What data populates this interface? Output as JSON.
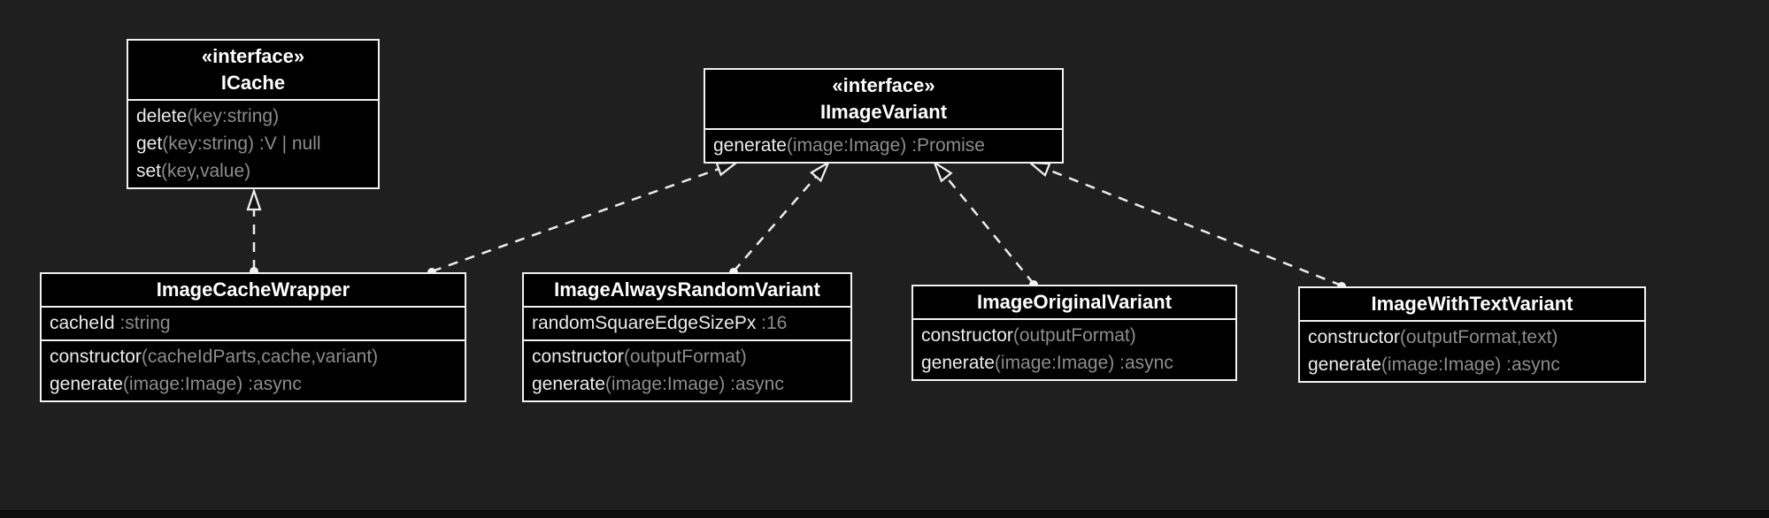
{
  "colors": {
    "background": "#1f1f1f",
    "class_fill": "#000000",
    "border": "#f2f2f2",
    "title_text": "#ffffff",
    "member_name_text": "#ededed",
    "member_type_text": "#8d8d8d",
    "edge": "#ececec"
  },
  "classes": [
    {
      "stereotype": "«interface»",
      "name": "ICache",
      "methods": [
        {
          "n": "delete",
          "r": "(key:string)"
        },
        {
          "n": "get",
          "r": "(key:string) :V | null"
        },
        {
          "n": "set",
          "r": "(key,value)"
        }
      ]
    },
    {
      "stereotype": "«interface»",
      "name": "IImageVariant",
      "methods": [
        {
          "n": "generate",
          "r": "(image:Image) :Promise"
        }
      ]
    },
    {
      "name": "ImageCacheWrapper",
      "attributes": [
        {
          "n": "cacheId",
          "r": " :string"
        }
      ],
      "methods": [
        {
          "n": "constructor",
          "r": "(cacheIdParts,cache,variant)"
        },
        {
          "n": "generate",
          "r": "(image:Image) :async"
        }
      ]
    },
    {
      "name": "ImageAlwaysRandomVariant",
      "attributes": [
        {
          "n": "randomSquareEdgeSizePx",
          "r": " :16"
        }
      ],
      "methods": [
        {
          "n": "constructor",
          "r": "(outputFormat)"
        },
        {
          "n": "generate",
          "r": "(image:Image) :async"
        }
      ]
    },
    {
      "name": "ImageOriginalVariant",
      "methods": [
        {
          "n": "constructor",
          "r": "(outputFormat)"
        },
        {
          "n": "generate",
          "r": "(image:Image) :async"
        }
      ]
    },
    {
      "name": "ImageWithTextVariant",
      "methods": [
        {
          "n": "constructor",
          "r": "(outputFormat,text)"
        },
        {
          "n": "generate",
          "r": "(image:Image) :async"
        }
      ]
    }
  ],
  "relations": [
    {
      "from": "ImageCacheWrapper",
      "to": "ICache",
      "type": "realization"
    },
    {
      "from": "ImageCacheWrapper",
      "to": "IImageVariant",
      "type": "realization"
    },
    {
      "from": "ImageAlwaysRandomVariant",
      "to": "IImageVariant",
      "type": "realization"
    },
    {
      "from": "ImageOriginalVariant",
      "to": "IImageVariant",
      "type": "realization"
    },
    {
      "from": "ImageWithTextVariant",
      "to": "IImageVariant",
      "type": "realization"
    }
  ]
}
